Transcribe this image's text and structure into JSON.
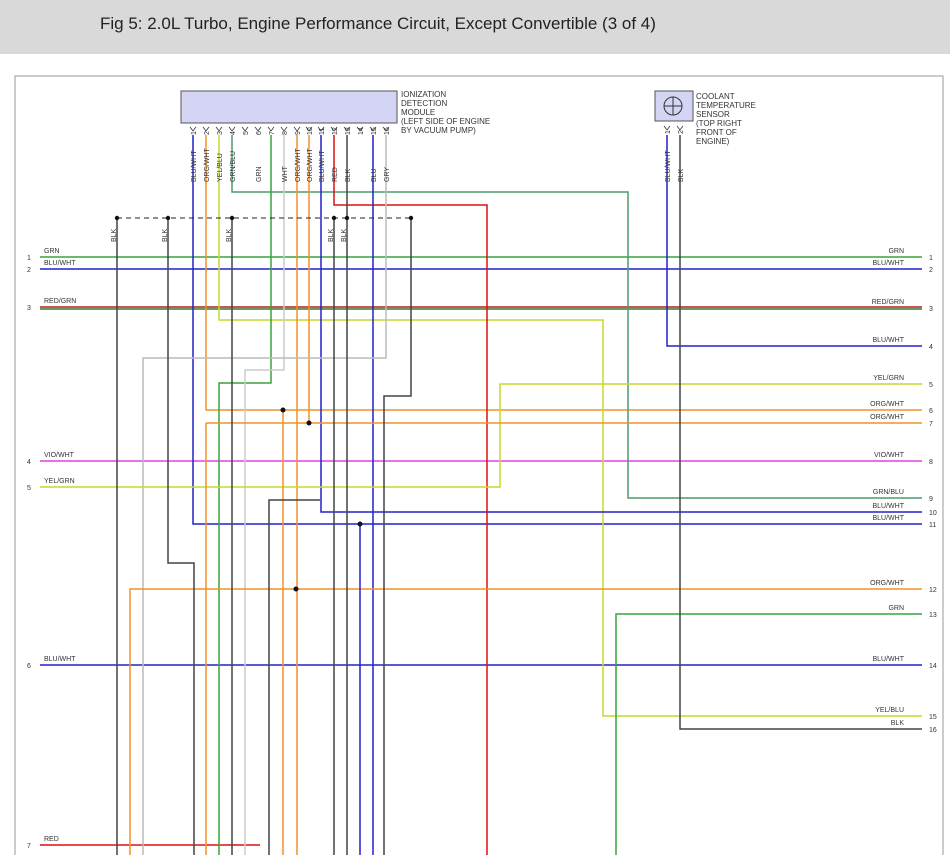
{
  "title": "Fig 5: 2.0L Turbo, Engine Performance Circuit, Except Convertible (3 of 4)",
  "colors": {
    "grn": "#3aa33a",
    "blu": "#2222cc",
    "red": "#dd1111",
    "brn": "#7a5a1a",
    "yel": "#c9d92a",
    "org": "#f0922a",
    "vio": "#e040e0",
    "blk": "#444444",
    "gry": "#bbbbbb",
    "grnblu": "#4d9c6e",
    "yelblu": "#a8b040"
  },
  "ionization_module": {
    "label_lines": [
      "IONIZATION",
      "DETECTION",
      "MODULE",
      "(LEFT SIDE OF ENGINE",
      "BY VACUUM PUMP)"
    ],
    "pins": [
      {
        "num": "1",
        "wire": "BLU/WHT"
      },
      {
        "num": "2",
        "wire": "ORG/WHT"
      },
      {
        "num": "3",
        "wire": "YEL/BLU"
      },
      {
        "num": "4",
        "wire": "GRN/BLU"
      },
      {
        "num": "5",
        "wire": ""
      },
      {
        "num": "6",
        "wire": "GRN"
      },
      {
        "num": "7",
        "wire": ""
      },
      {
        "num": "8",
        "wire": "WHT"
      },
      {
        "num": "9",
        "wire": "ORG/WHT"
      },
      {
        "num": "10",
        "wire": "ORG/WHT"
      },
      {
        "num": "11",
        "wire": "BLU/WHT"
      },
      {
        "num": "12",
        "wire": "RED"
      },
      {
        "num": "13",
        "wire": "BLK"
      },
      {
        "num": "14",
        "wire": ""
      },
      {
        "num": "15",
        "wire": "BLU"
      },
      {
        "num": "16",
        "wire": "GRY"
      }
    ]
  },
  "coolant_sensor": {
    "label_lines": [
      "COOLANT",
      "TEMPERATURE",
      "SENSOR",
      "(TOP RIGHT",
      "FRONT OF",
      "ENGINE)"
    ],
    "pins": [
      {
        "num": "1",
        "wire": "BLU/WHT"
      },
      {
        "num": "2",
        "wire": "BLK"
      }
    ]
  },
  "ground_labels": [
    "BLK",
    "BLK",
    "BLK",
    "BLK",
    "BLK"
  ],
  "left_connectors": [
    {
      "num": "1",
      "wire": "GRN"
    },
    {
      "num": "2",
      "wire": "BLU/WHT"
    },
    {
      "num": "3",
      "wire": "RED/GRN"
    },
    {
      "num": "4",
      "wire": "VIO/WHT"
    },
    {
      "num": "5",
      "wire": "YEL/GRN"
    },
    {
      "num": "6",
      "wire": "BLU/WHT"
    },
    {
      "num": "7",
      "wire": "RED"
    }
  ],
  "right_connectors": [
    {
      "num": "1",
      "wire": "GRN"
    },
    {
      "num": "2",
      "wire": "BLU/WHT"
    },
    {
      "num": "3",
      "wire": "RED/GRN"
    },
    {
      "num": "4",
      "wire": "BLU/WHT"
    },
    {
      "num": "5",
      "wire": "YEL/GRN"
    },
    {
      "num": "6",
      "wire": "ORG/WHT"
    },
    {
      "num": "7",
      "wire": "ORG/WHT"
    },
    {
      "num": "8",
      "wire": "VIO/WHT"
    },
    {
      "num": "9",
      "wire": "GRN/BLU"
    },
    {
      "num": "10",
      "wire": "BLU/WHT"
    },
    {
      "num": "11",
      "wire": "BLU/WHT"
    },
    {
      "num": "12",
      "wire": "ORG/WHT"
    },
    {
      "num": "13",
      "wire": "GRN"
    },
    {
      "num": "14",
      "wire": "BLU/WHT"
    },
    {
      "num": "15",
      "wire": "YEL/BLU"
    },
    {
      "num": "16",
      "wire": "BLK"
    }
  ]
}
